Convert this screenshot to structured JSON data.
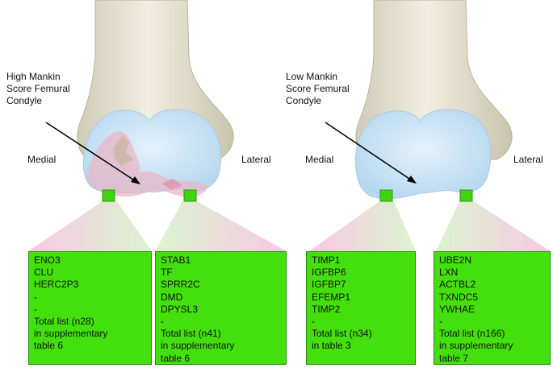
{
  "panels": [
    {
      "callout": "High Mankin\nScore Femural\nCondyle",
      "medial_label": "Medial",
      "lateral_label": "Lateral",
      "medial_genes": [
        "ENO3",
        "CLU",
        "HERC2P3",
        "-",
        "-",
        "Total list (n28)",
        "in supplementary",
        "table 6"
      ],
      "lateral_genes": [
        "STAB1",
        "TF",
        "SPRR2C",
        "DMD",
        "DPYSL3",
        "-",
        "Total list (n41)",
        "in supplementary",
        "table 6"
      ]
    },
    {
      "callout": "Low Mankin\nScore Femural\nCondyle",
      "medial_label": "Medial",
      "lateral_label": "Lateral",
      "medial_genes": [
        "TIMP1",
        "IGFBP6",
        "IGFBP7",
        "EFEMP1",
        "TIMP2",
        "-",
        "Total list (n34)",
        "in table 3"
      ],
      "lateral_genes": [
        "UBE2N",
        "LXN",
        "ACTBL2",
        "TXNDC5",
        "YWHAE",
        "-",
        "Total list (n166)",
        "in supplementary",
        "table 7"
      ]
    }
  ],
  "colors": {
    "gene_box": "#44e00e",
    "sample_marker": "#3fd40f",
    "bone": "#e6e2cf",
    "cartilage": "#cfe6f7",
    "lesion": "#e9b7c6",
    "medial_beam": "#f2a9d2",
    "lateral_beam": "#c9efb9"
  }
}
